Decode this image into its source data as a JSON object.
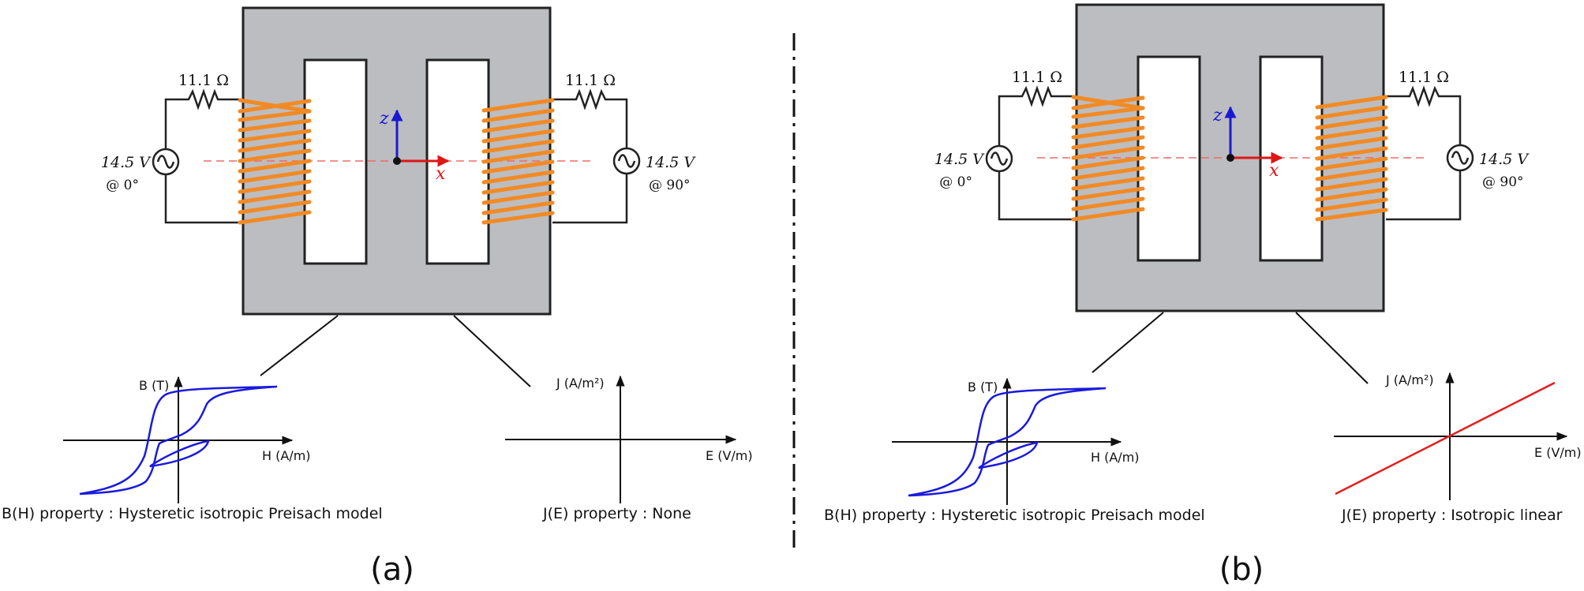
{
  "panels": [
    {
      "resistor_left": "11.1 Ω",
      "resistor_right": "11.1 Ω",
      "source_left_voltage": "14.5 V",
      "source_left_phase": "@ 0°",
      "source_right_voltage": "14.5 V",
      "source_right_phase": "@ 90°",
      "axis_z": "z",
      "axis_x": "x",
      "bh_ylabel": "B (T)",
      "bh_xlabel": "H (A/m)",
      "bh_caption": "B(H) property : Hysteretic isotropic Preisach model",
      "je_ylabel": "J (A/m²)",
      "je_xlabel": "E (V/m)",
      "je_caption": "J(E) property : None",
      "je_linear": false,
      "label": "(a)"
    },
    {
      "resistor_left": "11.1 Ω",
      "resistor_right": "11.1 Ω",
      "source_left_voltage": "14.5 V",
      "source_left_phase": "@ 0°",
      "source_right_voltage": "14.5 V",
      "source_right_phase": "@ 90°",
      "axis_z": "z",
      "axis_x": "x",
      "bh_ylabel": "B (T)",
      "bh_xlabel": "H (A/m)",
      "bh_caption": "B(H) property : Hysteretic isotropic Preisach model",
      "je_ylabel": "J (A/m²)",
      "je_xlabel": "E (V/m)",
      "je_caption": "J(E) property : Isotropic linear",
      "je_linear": true,
      "label": "(b)"
    }
  ],
  "colors": {
    "core": "#bcbdc0",
    "coil": "#f28a24",
    "hysteresis": "#1a1adc",
    "linear": "#e41e1e",
    "z_axis": "#1a1ad0",
    "x_axis": "#e01515",
    "centerline": "#f06a6a"
  }
}
